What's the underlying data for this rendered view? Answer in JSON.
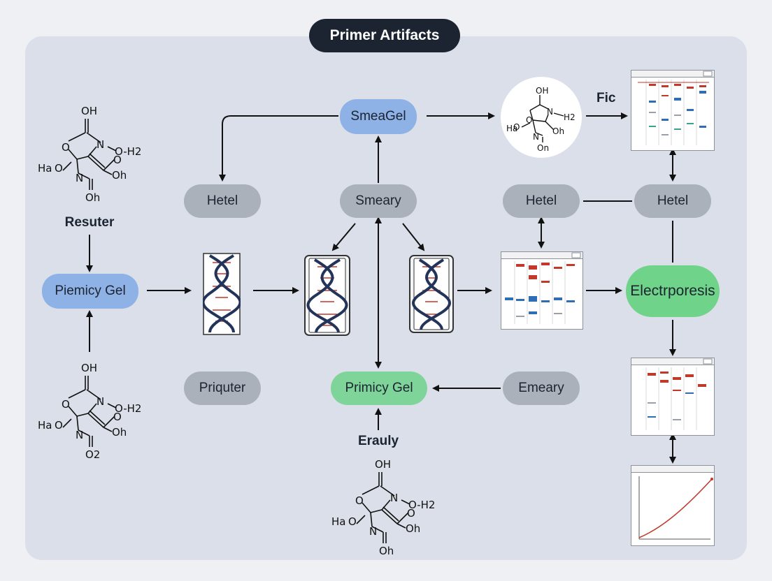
{
  "title": "Primer Artifacts",
  "nodes": {
    "smeagel": "SmeaGel",
    "hetel_left": "Hetel",
    "smeary": "Smeary",
    "hetel_mid": "Hetel",
    "hetel_right": "Hetel",
    "piemicy_gel": "Piemicy Gel",
    "electrophoresis": "Electrporesis",
    "priquter": "Priquter",
    "primicy_gel": "Primicy Gel",
    "emeary": "Emeary"
  },
  "labels": {
    "resuter": "Resuter",
    "erauly": "Erauly",
    "fic": "Fic"
  },
  "chem": {
    "mol_top_left": {
      "oh_top": "OH",
      "o_left": "O",
      "n_mid": "N",
      "oh2": "O-H2",
      "ha": "Ha",
      "o_a": "O",
      "n_low": "N",
      "o_b": "O",
      "oh_r": "Oh",
      "bottom": "Oh"
    },
    "mol_bottom_left": {
      "oh_top": "OH",
      "o_left": "O",
      "n_mid": "N",
      "oh2": "O-H2",
      "ha": "Ha",
      "o_a": "O",
      "n_low": "N",
      "o_b": "O",
      "oh_r": "Oh",
      "bottom": "O2"
    },
    "mol_bottom_center": {
      "oh_top": "OH",
      "o_left": "O",
      "n_mid": "N",
      "oh2": "O-H2",
      "ha": "Ha",
      "o_a": "O",
      "n_low": "N",
      "o_b": "O",
      "oh_r": "Oh",
      "bottom": "Oh"
    },
    "mol_circle": {
      "oh_top": "OH",
      "n_mid": "N",
      "h2": "H2",
      "ha": "Ha",
      "o_a": "O",
      "n_low": "N",
      "o_b": "O",
      "oh_r": "Oh",
      "bottom": "On"
    }
  },
  "icons": [
    "dna-helix-icon",
    "gel-electrophoresis-icon",
    "line-plot-icon"
  ],
  "colors": {
    "title_bg": "#1b2430",
    "gray_node": "#aab1bb",
    "blue_node": "#8eb1e6",
    "green_node": "#7fd49a",
    "band_red": "#c0392b",
    "band_blue": "#2f6db5"
  }
}
